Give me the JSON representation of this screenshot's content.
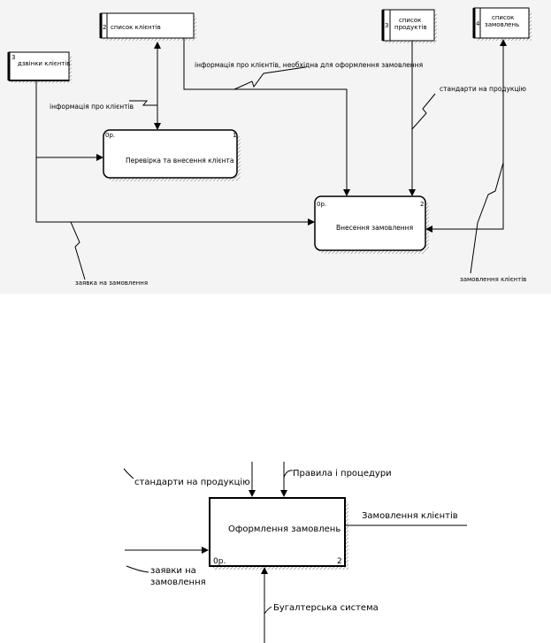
{
  "dfd": {
    "stores": {
      "s1": {
        "num": "3",
        "label": "дзвінки клієнтів"
      },
      "s2": {
        "num": "2",
        "label": "список клієнтів"
      },
      "s3": {
        "num": "3",
        "label1": "список",
        "label2": "продуктів"
      },
      "s4": {
        "num": "4",
        "label1": "список",
        "label2": "замовлень"
      }
    },
    "processes": {
      "p1": {
        "ref": "0р.",
        "num": "1",
        "label": "Перевірка та внесення клієнта"
      },
      "p2": {
        "ref": "0р.",
        "num": "2",
        "label": "Внесення замовлення"
      }
    },
    "flows": {
      "f1": "інформація про клієнтів, необхідна для оформлення замовлення",
      "f2": "стандарти на продукцію",
      "f3": "інформація про клієнтів",
      "f4": "заявка на замовлення",
      "f5": "замовлення клієнтів"
    }
  },
  "idef0": {
    "box": {
      "ref": "0р.",
      "num": "2",
      "label": "Оформлення замовлень"
    },
    "arrows": {
      "control1": "стандарти на продукцію",
      "control2": "Правила і процедури",
      "output": "Замовлення клієнтів",
      "input1": "заявки на",
      "input2": "замовлення",
      "mechanism": "Бугалтерська система"
    }
  },
  "colors": {
    "top_bg": "#f4f4f4",
    "hatch": "#7f7f7f"
  }
}
